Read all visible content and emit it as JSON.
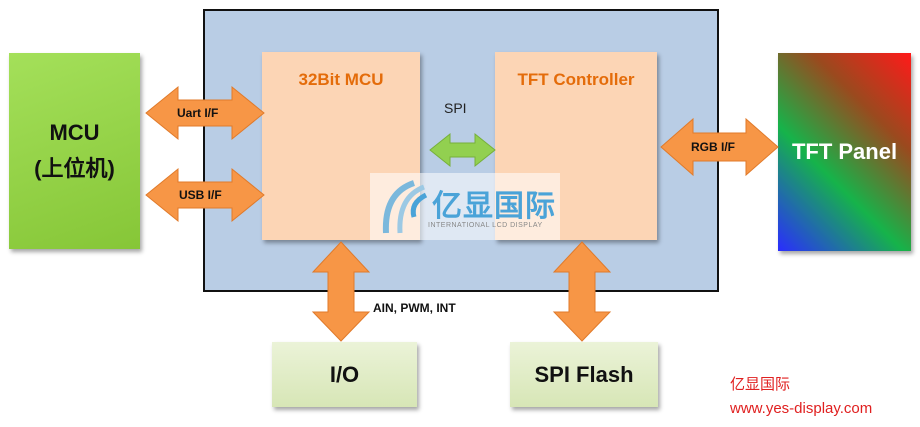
{
  "diagram": {
    "system_box": {
      "label": ""
    },
    "blocks": {
      "host_mcu": {
        "line1": "MCU",
        "line2": "(上位机)"
      },
      "mcu_32bit": {
        "label": "32Bit MCU"
      },
      "tft_controller": {
        "label": "TFT Controller"
      },
      "tft_panel": {
        "label": "TFT Panel"
      },
      "io": {
        "label": "I/O"
      },
      "spi_flash": {
        "label": "SPI Flash"
      }
    },
    "connections": [
      {
        "from": "MCU (上位机)",
        "to": "32Bit MCU",
        "label": "Uart I/F",
        "direction": "bidirectional"
      },
      {
        "from": "MCU (上位机)",
        "to": "32Bit MCU",
        "label": "USB I/F",
        "direction": "bidirectional"
      },
      {
        "from": "32Bit MCU",
        "to": "TFT Controller",
        "label": "SPI",
        "direction": "bidirectional"
      },
      {
        "from": "TFT Controller",
        "to": "TFT Panel",
        "label": "RGB I/F",
        "direction": "bidirectional"
      },
      {
        "from": "32Bit MCU",
        "to": "I/O",
        "label": "AIN, PWM, INT",
        "direction": "bidirectional"
      },
      {
        "from": "TFT Controller",
        "to": "SPI Flash",
        "label": "",
        "direction": "bidirectional"
      }
    ],
    "labels": {
      "uart": "Uart I/F",
      "usb": "USB I/F",
      "spi": "SPI",
      "rgb": "RGB I/F",
      "ain": "AIN, PWM, INT"
    },
    "colors": {
      "arrow_orange": "#f79646",
      "arrow_green": "#92d050",
      "system_bg": "#b9cde5",
      "block_peach": "#fcd5b5",
      "block_text_orange": "#e46c0a"
    }
  },
  "watermark": {
    "title": "亿显国际",
    "subtitle": "INTERNATIONAL LCD DISPLAY"
  },
  "branding": {
    "name": "亿显国际",
    "url": "www.yes-display.com"
  }
}
